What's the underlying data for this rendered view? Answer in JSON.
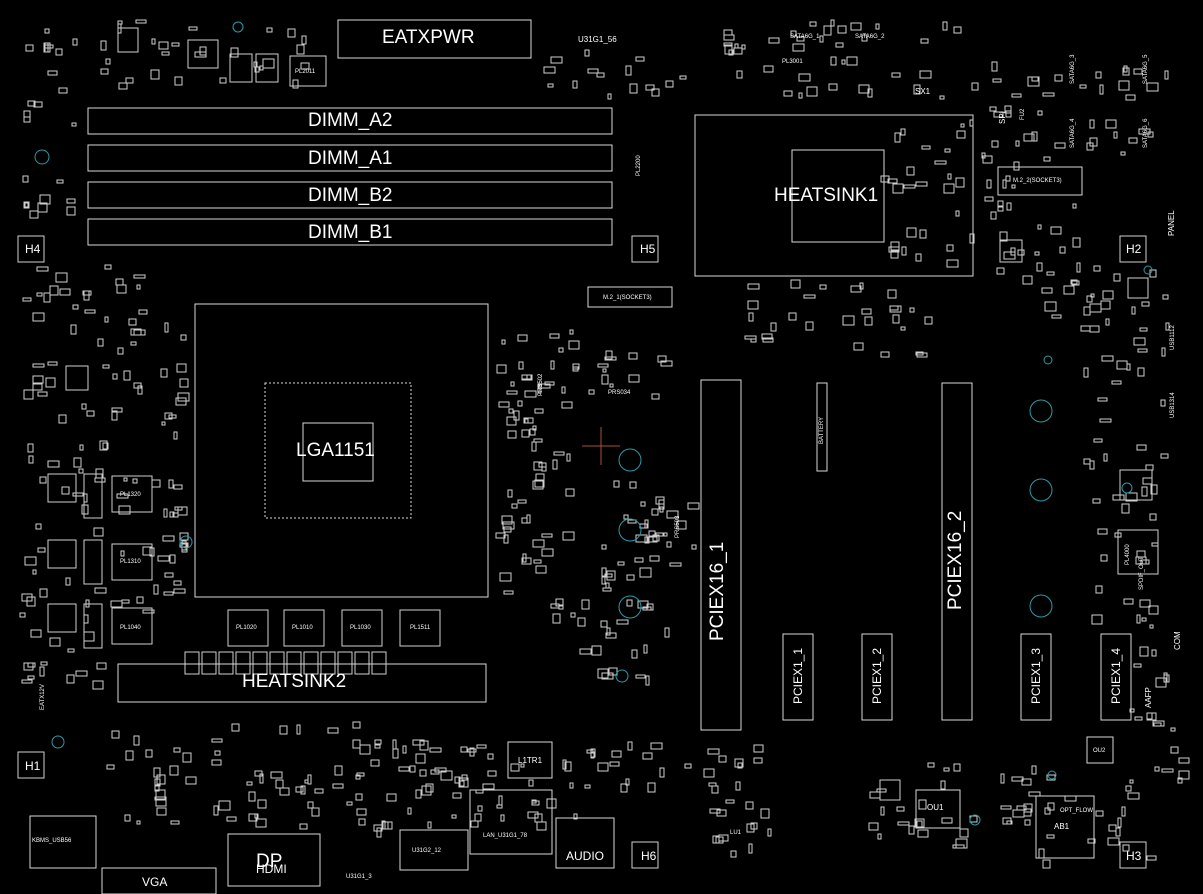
{
  "board": {
    "labels": {
      "eatxpwr": "EATXPWR",
      "dimm_a2": "DIMM_A2",
      "dimm_a1": "DIMM_A1",
      "dimm_b2": "DIMM_B2",
      "dimm_b1": "DIMM_B1",
      "heatsink1": "HEATSINK1",
      "lga": "LGA1151",
      "heatsink2": "HEATSINK2",
      "pciex16_1": "PCIEX16_1",
      "pciex16_2": "PCIEX16_2",
      "pciex1_1": "PCIEX1_1",
      "pciex1_2": "PCIEX1_2",
      "pciex1_3": "PCIEX1_3",
      "pciex1_4": "PCIEX1_4",
      "h1": "H1",
      "h2": "H2",
      "h3": "H3",
      "h4": "H4",
      "h5": "H5",
      "h6": "H6",
      "u31g1_56": "U31G1_56",
      "sata6g_1": "SATA6G_1",
      "sata6g_2": "SATA6G_2",
      "sata6g_3": "SATA6G_3",
      "sata6g_4": "SATA6G_4",
      "sata6g_5": "SATA6G_5",
      "sata6g_6": "SATA6G_6",
      "sx1": "SX1",
      "spi": "SPI",
      "fu2": "FU2",
      "m2_1": "M.2_1(SOCKET3)",
      "m2_2": "M.2_2(SOCKET3)",
      "panel": "PANEL",
      "usb1112": "USB1112",
      "usb1314": "USB1314",
      "battery": "BATTERY",
      "pl2011": "PL2011",
      "pl3001": "PL3001",
      "pl2200": "PL2200",
      "prs502": "PRS502",
      "prs034": "PRS034",
      "prs503": "PRS503",
      "pl1320": "PL1320",
      "pl1310": "PL1310",
      "pl1040": "PL1040",
      "pl1020": "PL1020",
      "pl1010": "PL1010",
      "pl1030": "PL1030",
      "pl1511": "PL1511",
      "pl4000": "PL4000",
      "eatx12v": "EATX12V",
      "com": "COM",
      "aafp": "AAFP",
      "spdif": "SPDIF_OUT",
      "ou1": "OU1",
      "ou2": "OU2",
      "ab1": "AB1",
      "l1tr1": "L1TR1",
      "lan": "LAN_U31G1_78",
      "u31g2_12": "U31G2_12",
      "u31g1_3": "U31G1_3",
      "audio": "AUDIO",
      "dp": "DP",
      "hdmi": "HDMI",
      "vga": "VGA",
      "kbms": "KBMS_USB56",
      "lu1": "LU1",
      "opt": "OPT_FLOW"
    }
  }
}
